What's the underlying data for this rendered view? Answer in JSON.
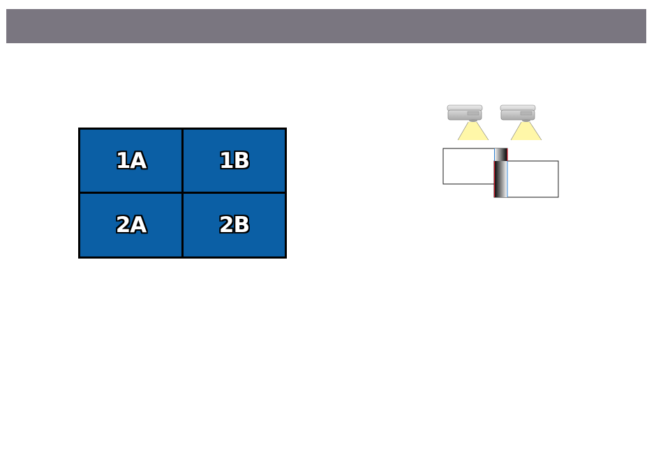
{
  "tiles": [
    {
      "label": "1A"
    },
    {
      "label": "1B"
    },
    {
      "label": "2A"
    },
    {
      "label": "2B"
    }
  ],
  "colors": {
    "header": "#7a7680",
    "tile_fill": "#0b5fa5",
    "beam": "#fff7a8",
    "blend_edge_red": "#d11a2a",
    "blend_edge_blue": "#2a7fd1"
  },
  "icons": {
    "left_projector": "projector-icon",
    "right_projector": "projector-icon"
  }
}
